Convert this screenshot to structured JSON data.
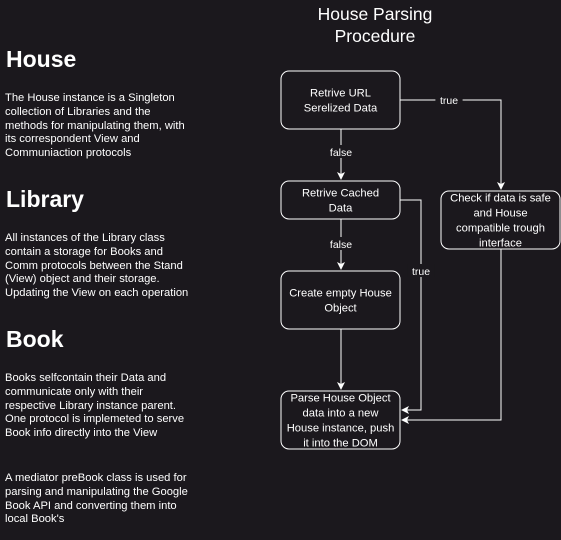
{
  "left_panel": {
    "sections": [
      {
        "heading": "House",
        "paragraphs": [
          "The House instance is a Singleton collection of Libraries and the methods for manipulating them, with its correspondent View and Communiaction protocols"
        ]
      },
      {
        "heading": "Library",
        "paragraphs": [
          "All instances of the Library class contain a storage for Books and Comm protocols between the Stand (View) object and their storage. Updating the View on each operation"
        ]
      },
      {
        "heading": "Book",
        "paragraphs": [
          "Books selfcontain their Data and communicate only with their respective Library instance parent. One protocol is implemeted to serve Book info directly into the View",
          "A mediator preBook class is used for parsing and manipulating the Google Book API and converting them into local Book's"
        ]
      }
    ]
  },
  "diagram": {
    "title_lines": [
      "House Parsing",
      "Procedure"
    ],
    "colors": {
      "background": "#1b181d",
      "stroke": "#ffffff",
      "text": "#ffffff"
    },
    "nodes": [
      {
        "id": "retrieve-url",
        "lines": [
          "Retrive URL",
          "Serelized Data"
        ]
      },
      {
        "id": "retrieve-cached",
        "lines": [
          "Retrive Cached",
          "Data"
        ]
      },
      {
        "id": "create-empty",
        "lines": [
          "Create empty House",
          "Object"
        ]
      },
      {
        "id": "parse-house",
        "lines": [
          "Parse House Object",
          "data into a new",
          "House instance, push",
          "it into the DOM"
        ]
      },
      {
        "id": "check-safe",
        "lines": [
          "Check if data is safe",
          "and House",
          "compatible trough",
          "interface"
        ]
      }
    ],
    "edges": [
      {
        "from": "retrieve-url",
        "to": "retrieve-cached",
        "label": "false"
      },
      {
        "from": "retrieve-cached",
        "to": "create-empty",
        "label": "false"
      },
      {
        "from": "create-empty",
        "to": "parse-house",
        "label": ""
      },
      {
        "from": "retrieve-url",
        "to": "check-safe",
        "label": "true"
      },
      {
        "from": "retrieve-cached",
        "to": "parse-house",
        "label": "true"
      },
      {
        "from": "check-safe",
        "to": "parse-house",
        "label": ""
      }
    ]
  }
}
